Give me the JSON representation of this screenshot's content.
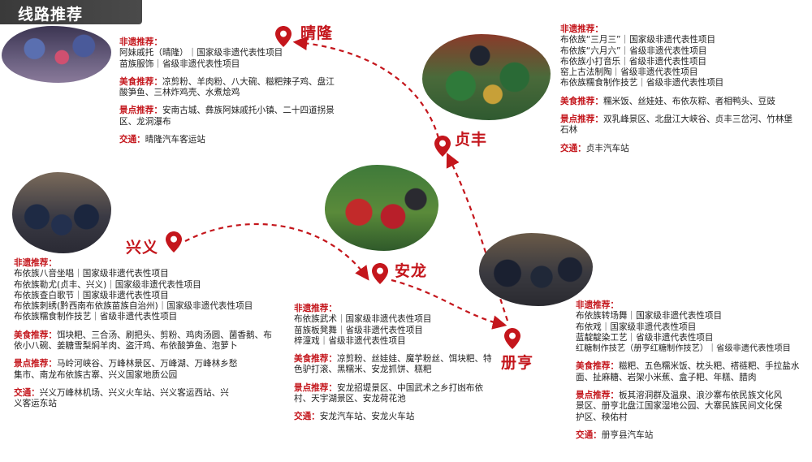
{
  "title": "线路推荐",
  "colors": {
    "accent": "#c4161c",
    "title_bg": "#3a3a3a"
  },
  "cities": {
    "qinglong": "晴隆",
    "zhenfeng": "贞丰",
    "xingyi": "兴义",
    "anlong": "安龙",
    "ceheng": "册亨"
  },
  "labels": {
    "heritage": "非遗推荐：",
    "food": "美食推荐：",
    "scenic": "景点推荐：",
    "transport": "交通："
  },
  "qinglong": {
    "heritage": [
      "阿妹戚托（晴隆）｜国家级非遗代表性项目",
      "苗族服饰｜省级非遗代表性项目"
    ],
    "food": "凉剪粉、羊肉粉、八大碗、糍粑辣子鸡、盘江酸笋鱼、三林炸鸡壳、水煮烩鸡",
    "scenic": "安南古城、彝族阿妹戚托小镇、二十四道拐景区、龙洞瀑布",
    "transport": "晴隆汽车客运站"
  },
  "zhenfeng": {
    "heritage": [
      "布依族“三月三”｜国家级非遗代表性项目",
      "布依族“六月六”｜省级非遗代表性项目",
      "布依族小打音乐｜省级非遗代表性项目",
      "窑上古法制陶｜省级非遗代表性项目",
      "布依族糯食制作技艺｜省级非遗代表性项目"
    ],
    "food": "糯米饭、丝娃娃、布依灰粽、者相鸭头、豆豉",
    "scenic": "双乳峰景区、北盘江大峡谷、贞丰三岔河、竹林堡石林",
    "transport": "贞丰汽车站"
  },
  "xingyi": {
    "heritage": [
      "布依族八音坐唱｜国家级非遗代表性项目",
      "布依族勒尤(贞丰、兴义)｜国家级非遗代表性项目",
      "布依族查白歌节｜国家级非遗代表性项目",
      "布依族刺绣(黔西南布依族苗族自治州)｜国家级非遗代表性项目",
      "布依族糯食制作技艺｜省级非遗代表性项目"
    ],
    "food": "饵块粑、三合汤、刷把头、剪粉、鸡肉汤圆、菌香鹅、布依小八碗、姜糖雪梨焖羊肉、盗汗鸡、布依酸笋鱼、泡萝卜",
    "scenic": "马岭河峡谷、万峰林景区、万峰湖、万峰林乡愁集市、南龙布依族古寨、兴义国家地质公园",
    "transport": "兴义万峰林机场、兴义火车站、兴义客运西站、兴义客运东站"
  },
  "anlong": {
    "heritage": [
      "布依族武术｜国家级非遗代表性项目",
      "苗族板凳舞｜省级非遗代表性项目",
      "梓潼戏｜省级非遗代表性项目"
    ],
    "food": "凉剪粉、丝娃娃、魔芋粉丝、饵块粑、特色驴打滚、黑糯米、安龙抓饼、糕粑",
    "scenic": "安龙招堤景区、中国武术之乡打凼布依村、天宇湖景区、安龙荷花池",
    "transport": "安龙汽车站、安龙火车站"
  },
  "ceheng": {
    "heritage": [
      "布依族转场舞｜国家级非遗代表性项目",
      "布依戏｜国家级非遗代表性项目",
      "蓝靛靛染工艺｜省级非遗代表性项目",
      "红糖制作技艺（册亨红糖制作技艺）｜省级非遗代表性项目"
    ],
    "food": "糍粑、五色糯米饭、枕头粑、褡裢粑、手拉盐水面、扯麻糖、岩架小米蕉、盒子粑、年糕、腊肉",
    "scenic": "板其溶洞群及温泉、浪沙寨布依民族文化风景区、册亨北盘江国家湿地公园、大寨民族民间文化保护区、秧佑村",
    "transport": "册亨县汽车站"
  }
}
